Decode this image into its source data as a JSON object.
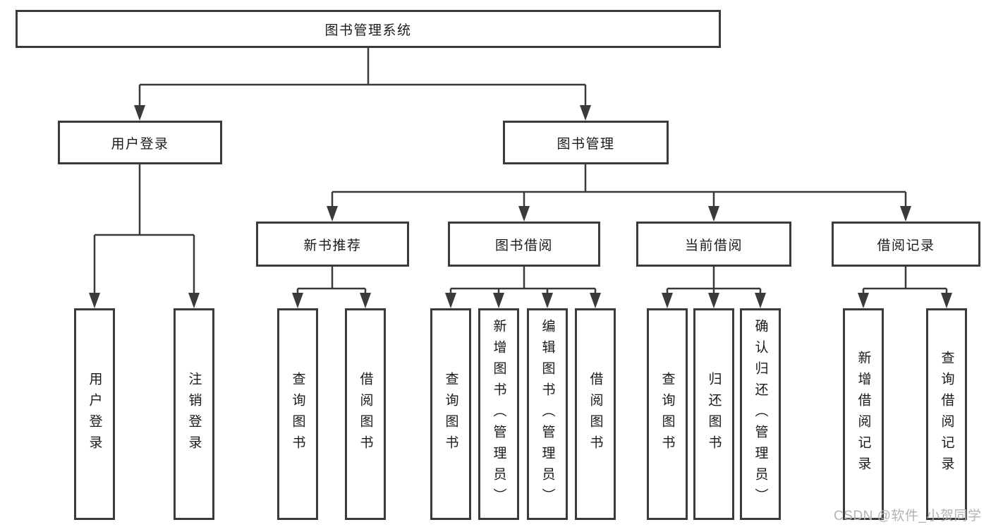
{
  "colors": {
    "background": "#ffffff",
    "box_border": "#3a3a3a",
    "connector_line": "#3a3a3a",
    "text": "#1a1a1a",
    "watermark": "#b3b3b3"
  },
  "tree": {
    "root": "图书管理系统",
    "user_login_branch": {
      "label": "用户登录",
      "children": [
        "用户登录",
        "注销登录"
      ]
    },
    "book_management_branch": {
      "label": "图书管理",
      "groups": [
        {
          "label": "新书推荐",
          "children": [
            "查询图书",
            "借阅图书"
          ]
        },
        {
          "label": "图书借阅",
          "children": [
            "查询图书",
            "新增图书（管理员）",
            "编辑图书（管理员）",
            "借阅图书"
          ]
        },
        {
          "label": "当前借阅",
          "children": [
            "查询图书",
            "归还图书",
            "确认归还（管理员）"
          ]
        },
        {
          "label": "借阅记录",
          "children": [
            "新增借阅记录",
            "查询借阅记录"
          ]
        }
      ]
    }
  },
  "watermark": "CSDN @软件_小贺同学"
}
